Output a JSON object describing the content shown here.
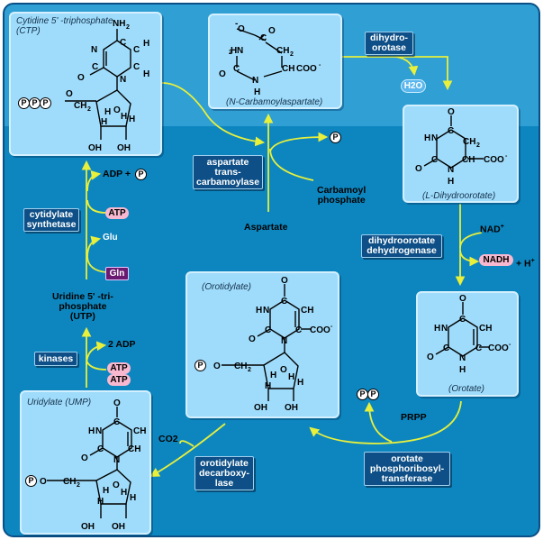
{
  "molecules": {
    "ctp": {
      "caption": "Cytidine 5'-triphosphate (CTP)",
      "caption_line1": "Cytidine 5' -triphosphate",
      "caption_line2": "(CTP)"
    },
    "carbamoylaspartate": {
      "caption": "(N-Carbamoylaspartate)"
    },
    "dihydroorotate": {
      "caption": "(L-Dihydroorotate)"
    },
    "orotate": {
      "caption": "(Orotate)"
    },
    "orotidylate": {
      "caption": "(Orotidylate)"
    },
    "ump": {
      "caption": "Uridylate (UMP)"
    }
  },
  "enzymes": {
    "dihydroorotase": {
      "line1": "dihydro-",
      "line2": "orotase"
    },
    "aspartate_transcarbamoylase": {
      "line1": "aspartate",
      "line2": "trans-",
      "line3": "carbamoylase"
    },
    "dihydroorotate_dehydrogenase": {
      "line1": "dihydroorotate",
      "line2": "dehydrogenase"
    },
    "cytidylate_synthetase": {
      "line1": "cytidylate",
      "line2": "synthetase"
    },
    "kinases": {
      "line1": "kinases"
    },
    "orotidylate_decarboxylase": {
      "line1": "orotidylate",
      "line2": "decarboxy-",
      "line3": "lase"
    },
    "orotate_phosphoribosyltransferase": {
      "line1": "orotate",
      "line2": "phosphoribosyl-",
      "line3": "transferase"
    }
  },
  "labels": {
    "carbamoyl_phosphate_line1": "Carbamoyl",
    "carbamoyl_phosphate_line2": "phosphate",
    "aspartate": "Aspartate",
    "h2o": "H2O",
    "nad": "NAD",
    "nad_sup": "+",
    "nadh": "NADH",
    "h_plus": "+ H",
    "h_plus_sup": "+",
    "prpp": "PRPP",
    "co2": "CO2",
    "adp_plus": "ADP +",
    "atp_ctp": "ATP",
    "glu": "Glu",
    "gln": "Gln",
    "utp_line1": "Uridine 5' -tri-",
    "utp_line2": "phosphate",
    "utp_line3": "(UTP)",
    "two_adp": "2 ADP",
    "atp_kin1": "ATP",
    "atp_kin2": "ATP",
    "p_symbol": "P"
  },
  "colors": {
    "background": "#0d86bf",
    "top_band": "#2f9fd4",
    "molecule_box": "#9fdcfb",
    "enzyme_box": "#0d4f86",
    "arrow": "#e8f03c",
    "pill_pink": "#f8b8d0",
    "gln_box": "#6a1a70"
  }
}
